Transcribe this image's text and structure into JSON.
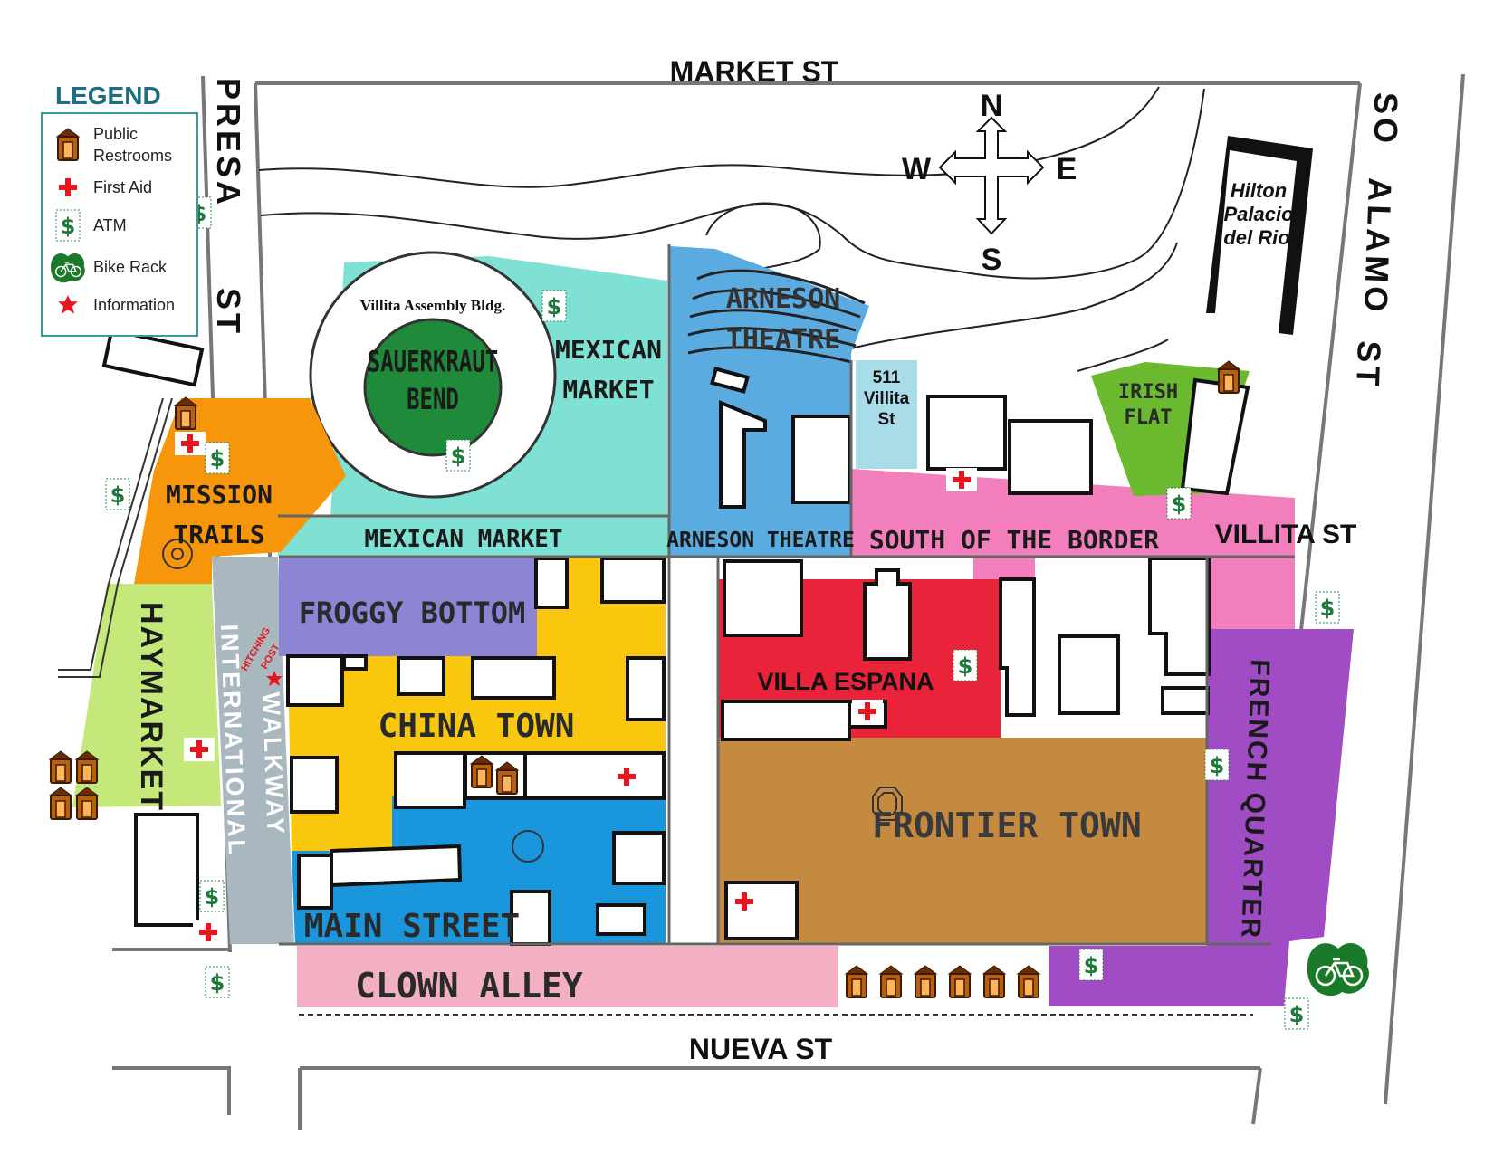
{
  "legend": {
    "title": "LEGEND",
    "items": [
      {
        "icon": "restroom-icon",
        "label_line1": "Public",
        "label_line2": "Restrooms"
      },
      {
        "icon": "first-aid-icon",
        "label": "First Aid"
      },
      {
        "icon": "atm-icon",
        "label": "ATM"
      },
      {
        "icon": "bike-rack-icon",
        "label": "Bike Rack"
      },
      {
        "icon": "information-icon",
        "label": "Information"
      }
    ]
  },
  "streets": {
    "market": "MARKET ST",
    "nueva": "NUEVA ST",
    "villita": "VILLITA ST",
    "presa_1": "PRESA",
    "presa_2": "ST",
    "soalamo_1": "SO",
    "soalamo_2": "ALAMO",
    "soalamo_3": "ST",
    "walkway_1": "INTERNATIONAL",
    "walkway_2": "WALKWAY"
  },
  "compass": {
    "n": "N",
    "s": "S",
    "e": "E",
    "w": "W"
  },
  "places": {
    "hilton_1": "Hilton",
    "hilton_2": "Palacio",
    "hilton_3": "del Rio",
    "assembly": "Villita Assembly Bldg.",
    "sauerkraut_1": "SAUERKRAUT",
    "sauerkraut_2": "BEND",
    "mexican_market_1": "MEXICAN",
    "mexican_market_2": "MARKET",
    "mexican_market_bottom": "MEXICAN MARKET",
    "arneson_1": "ARNESON",
    "arneson_2": "THEATRE",
    "arneson_bottom": "ARNESON THEATRE",
    "villita511_1": "511",
    "villita511_2": "Villita",
    "villita511_3": "St",
    "irish_1": "IRISH",
    "irish_2": "FLAT",
    "south_border": "SOUTH OF THE BORDER",
    "mission_1": "MISSION",
    "mission_2": "TRAILS",
    "haymarket": "HAYMARKET",
    "froggy": "FROGGY BOTTOM",
    "china": "CHINA TOWN",
    "main_street": "MAIN STREET",
    "villa_espana": "VILLA ESPANA",
    "frontier": "FRONTIER TOWN",
    "french": "FRENCH QUARTER",
    "clown": "CLOWN ALLEY",
    "hitching_1": "HITCHING",
    "hitching_2": "POST"
  },
  "colors": {
    "mexican_market": "#7fe0d4",
    "arneson": "#5aace0",
    "villita511": "#a8dce8",
    "south_border": "#f27fbc",
    "irish_flat": "#6ab92f",
    "mission_trails": "#f7960a",
    "haymarket": "#c4e87a",
    "walkway": "#a9b8bf",
    "froggy_bottom": "#8b85d4",
    "china_town": "#f9c80e",
    "main_street": "#1a96dc",
    "villa_espana": "#e8233a",
    "frontier_town": "#c48a40",
    "french_quarter": "#a04cc4",
    "clown_alley": "#f2b0c2",
    "sauerkraut": "#1e8a3a",
    "atm_green": "#1e7a3a",
    "first_aid_red": "#e8141e",
    "restroom_brown": "#a8520a"
  }
}
